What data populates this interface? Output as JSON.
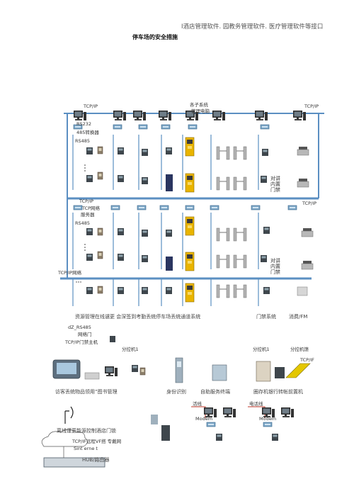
{
  "header": {
    "top_line": "I酒店管理软件.  园教务管理软件.  医疗管理软件等接口",
    "title": "停车场的安全措施"
  },
  "diagram": {
    "labels": {
      "tcpip_tl": "TCP/IP",
      "tcpip_tr": "TCP/IP",
      "rs232": "RS232",
      "rs485_conv": "485转换器",
      "rs485_a": "RS485",
      "center": "各子系统",
      "mgmt_pc": "管理电脑",
      "tcpip_mid": "TCP/IP",
      "tcpip_net_a": "TCP网络",
      "server": "服务器",
      "tcpip_r2": "TCP/IP",
      "rs485_b": "RS485",
      "intercom_a": "对讲\n内置\n门禁",
      "intercom_b": "对讲\n内置\n门禁",
      "tcpip_net_b": "TCP/IP网络"
    },
    "captions": {
      "row_bottom": "资源管理在线谴更    会深签到考勤丢统停车场丢统通道系统",
      "door_sys": "门禁系统",
      "consume": "消费/FM"
    },
    "lower": {
      "rs485": "dZ_RS485",
      "net_door": "网络门",
      "door_main": "TCP/IP门禁主机",
      "sub1_left": "分控机1",
      "sub1_right": "分控机1",
      "sub_n": "分控机馈",
      "tcpip": "TCP/IF",
      "visitor": "访客丢统物品领用”图书管理",
      "idcard": "身份识别",
      "selfservice": "自助服务终端",
      "bank": "圈存机银行转帐前置机",
      "phone_a": "活线",
      "phone_b": "电话线",
      "modem_a": "Modem",
      "modem_b": "Modem",
      "offline": "离线谨更能源控制酒店门锁",
      "remote": "TCP/IF远程VF搭  专戴网",
      "internet": "Sint erne t",
      "hub": "HUB/路由器"
    }
  }
}
